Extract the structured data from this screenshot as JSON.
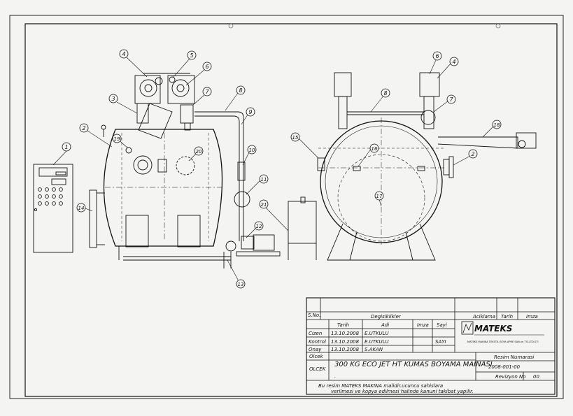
{
  "callouts": [
    "1",
    "2",
    "3",
    "4",
    "5",
    "6",
    "7",
    "8",
    "9",
    "10",
    "11",
    "12",
    "13",
    "14",
    "15",
    "16",
    "17",
    "18",
    "19",
    "20",
    "21"
  ],
  "right_callouts": [
    "6",
    "4",
    "8",
    "7",
    "15",
    "16",
    "17",
    "18",
    "2"
  ],
  "title_block": {
    "revisions_header": {
      "sno": "S.No.",
      "changes": "Degisiklikler",
      "explanation": "Aciklama",
      "date": "Tarih",
      "signature": "Imza"
    },
    "people_header": {
      "date": "Tarih",
      "name": "Adi",
      "signature": "Imza",
      "quantity": "Sayi"
    },
    "rows": [
      {
        "role": "Cizen",
        "date": "13.10.2008",
        "name": "E.UTKULU"
      },
      {
        "role": "Kontrol",
        "date": "13.10.2008",
        "name": "E.UTKULU"
      },
      {
        "role": "Onay",
        "date": "13.10.2008",
        "name": "S.AKAN"
      }
    ],
    "quantity_value": "SAYI",
    "scale_label": "Olcek",
    "scale_label2": "OLCEK",
    "drawing_title": "300 KG ECO JET HT KUMAS BOYAMA MAINASI",
    "company": "MATEKS",
    "company_sub": "MATEKS MAKINA TEKSTIL BOYA APRE SAN.ve TIC.LTD.STI",
    "drawing_no_label": "Resim Numarasi",
    "drawing_no": "2008-001-00",
    "revision_label": "Revizyon No",
    "revision_no": "00",
    "dot": ".",
    "notice_line1": "Bu resim MATEKS MAKINA malidir.ucuncu sahislara",
    "notice_line2": "verilmesi ve kopya edilmesi halinde kanuni takibat yapilir."
  }
}
